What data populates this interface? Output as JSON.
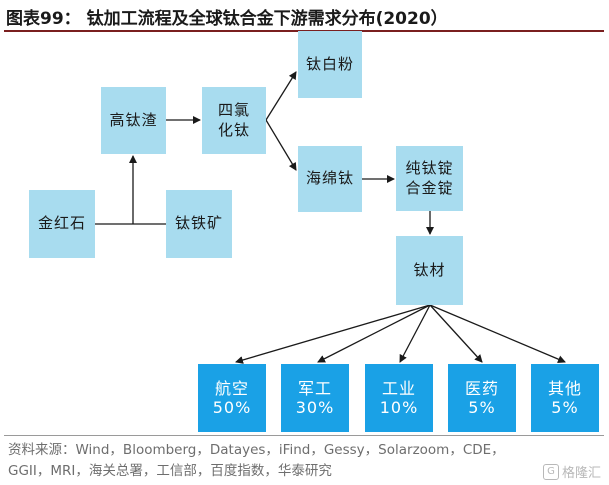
{
  "title": "图表99：  钛加工流程及全球钛合金下游需求分布(2020）",
  "nodes": {
    "gaotaizha": "高钛渣",
    "silvhua": "四氯\n化钛",
    "taibaifen": "钛白粉",
    "haimiantai": "海绵钛",
    "chuntaiding": "纯钛锭\n合金锭",
    "taicai": "钛材",
    "jinhongshi": "金红石",
    "taitiekuang": "钛铁矿"
  },
  "demand": [
    {
      "label": "航空",
      "pct": "50%"
    },
    {
      "label": "军工",
      "pct": "30%"
    },
    {
      "label": "工业",
      "pct": "10%"
    },
    {
      "label": "医药",
      "pct": "5%"
    },
    {
      "label": "其他",
      "pct": "5%"
    }
  ],
  "source": "资料来源：Wind，Bloomberg，Datayes，iFind，Gessy，Solarzoom，CDE，GGII，MRI，海关总署，工信部，百度指数，华泰研究",
  "watermark": "格隆汇",
  "watermark_logo": "G",
  "colors": {
    "light_box": "#a8dcef",
    "dark_box": "#1aa1e6",
    "title_rule": "#7a1f1f"
  }
}
